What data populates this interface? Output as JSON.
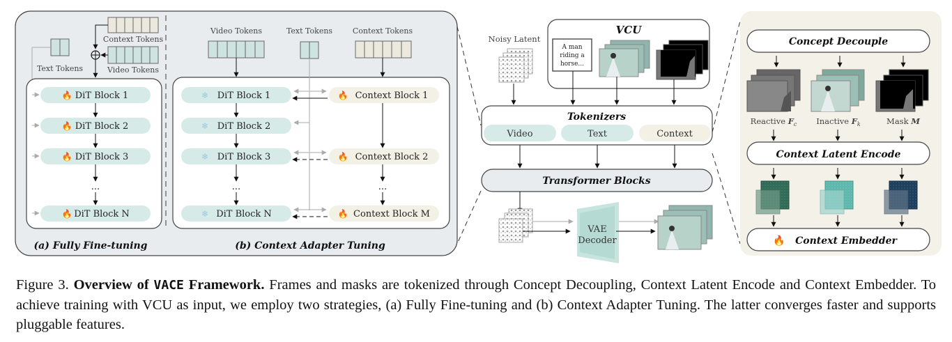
{
  "figure": {
    "panel_a": {
      "title": "(a) Fully Fine-tuning",
      "context_tokens_label": "Context Tokens",
      "video_tokens_label": "Video Tokens",
      "text_tokens_label": "Text Tokens",
      "blocks": [
        "DiT Block 1",
        "DiT Block 2",
        "DiT Block 3",
        "...",
        "DiT Block N"
      ],
      "block_icon": "fire-icon"
    },
    "panel_b": {
      "title": "(b) Context Adapter Tuning",
      "video_tokens_label": "Video Tokens",
      "text_tokens_label": "Text Tokens",
      "context_tokens_label": "Context Tokens",
      "dit_blocks": [
        "DiT Block 1",
        "DiT Block 2",
        "DiT Block 3",
        "...",
        "DiT Block N"
      ],
      "dit_icon": "snowflake-icon",
      "context_blocks": [
        "Context Block 1",
        "Context Block 2",
        "...",
        "Context Block M"
      ],
      "context_icon": "fire-icon"
    },
    "center": {
      "noisy_latent_label": "Noisy Latent",
      "vcu_title": "VCU",
      "vcu_text": [
        "A man",
        "riding a",
        "horse..."
      ],
      "tokenizers_title": "Tokenizers",
      "tokenizers": [
        "Video",
        "Text",
        "Context"
      ],
      "transformer_title": "Transformer Blocks",
      "vae_label": [
        "VAE",
        "Decoder"
      ]
    },
    "right": {
      "concept_decouple": "Concept Decouple",
      "reactive_label": "Reactive",
      "reactive_symbol": "F",
      "reactive_sub": "c",
      "inactive_label": "Inactive",
      "inactive_symbol": "F",
      "inactive_sub": "k",
      "mask_label": "Mask",
      "mask_symbol": "M",
      "latent_encode": "Context Latent Encode",
      "embedder": "Context Embedder"
    },
    "colors": {
      "panel_bg": "#e9ecef",
      "dit_fill": "#d6ebe8",
      "context_fill": "#f3f0e6",
      "right_bg": "#f4f1e8",
      "token_teal": "#cfe3e1",
      "token_beige": "#ebe9dd",
      "latent_green": "#2f6b57",
      "latent_teal": "#5fb8ae",
      "latent_navy": "#1f3f5e"
    }
  },
  "caption": {
    "prefix": "Figure 3.",
    "bold_1": "Overview of",
    "bold_mono": "VACE",
    "bold_2": "Framework.",
    "body": "Frames and masks are tokenized through Concept Decoupling, Context Latent Encode and Context Embedder.  To achieve training with VCU as input, we employ two strategies, (a) Fully Fine-tuning and (b) Context Adapter Tuning. The latter converges faster and supports pluggable features."
  }
}
